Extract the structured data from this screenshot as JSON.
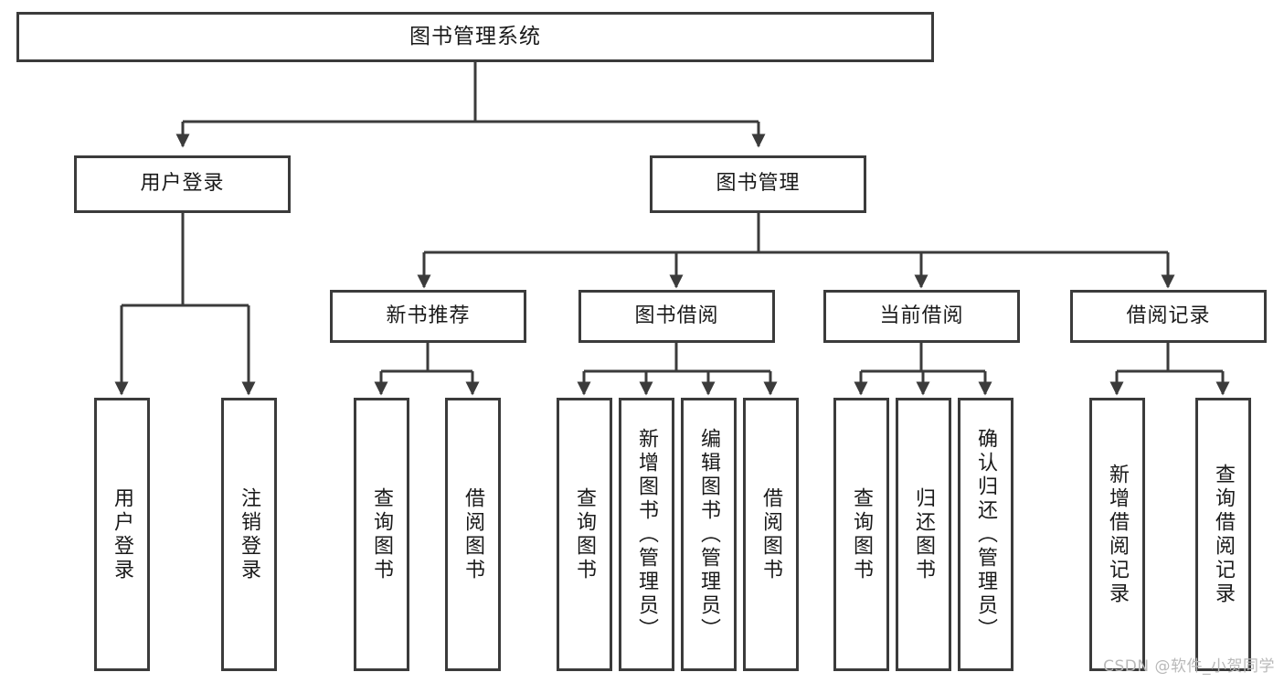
{
  "diagram": {
    "title": "图书管理系统",
    "watermark": "CSDN @软件_小贺同学",
    "theme": {
      "background": "#ffffff",
      "border": "#3b3b3b",
      "text": "#1a1a1a",
      "watermark_color": "#b9b9b9"
    },
    "root": {
      "label": "图书管理系统"
    },
    "level2": [
      {
        "label": "用户登录"
      },
      {
        "label": "图书管理"
      }
    ],
    "level3": [
      {
        "label": "新书推荐"
      },
      {
        "label": "图书借阅"
      },
      {
        "label": "当前借阅"
      },
      {
        "label": "借阅记录"
      }
    ],
    "leaves": {
      "user_login": [
        {
          "label": "用户登录"
        },
        {
          "label": "注销登录"
        }
      ],
      "new_book_recommend": [
        {
          "label": "查询图书"
        },
        {
          "label": "借阅图书"
        }
      ],
      "book_borrow": [
        {
          "label": "查询图书"
        },
        {
          "label": "新增图书（管理员）"
        },
        {
          "label": "编辑图书（管理员）"
        },
        {
          "label": "借阅图书"
        }
      ],
      "current_borrow": [
        {
          "label": "查询图书"
        },
        {
          "label": "归还图书"
        },
        {
          "label": "确认归还（管理员）"
        }
      ],
      "borrow_record": [
        {
          "label": "新增借阅记录"
        },
        {
          "label": "查询借阅记录"
        }
      ]
    }
  }
}
